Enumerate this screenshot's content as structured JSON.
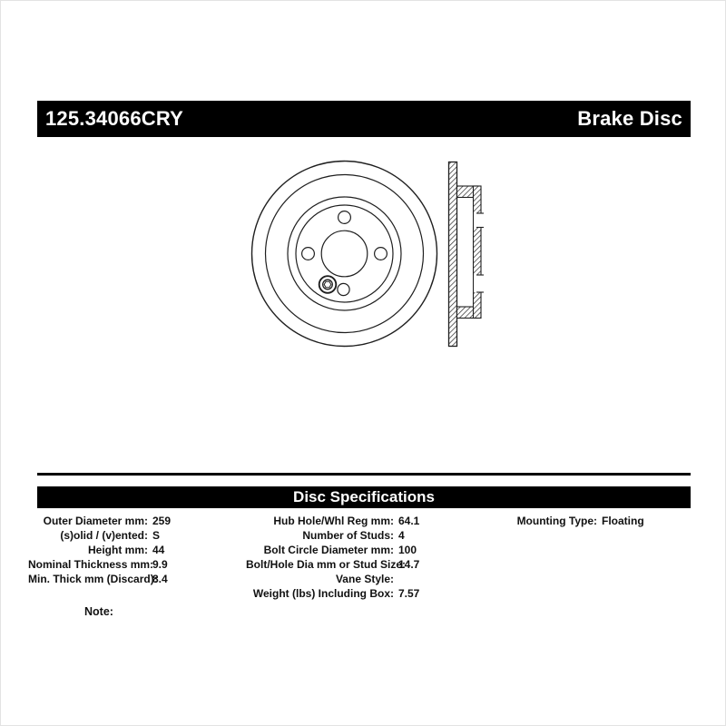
{
  "header": {
    "part_number": "125.34066CRY",
    "product_type": "Brake Disc"
  },
  "spec_section": {
    "title": "Disc Specifications",
    "left_column": [
      {
        "label": "Outer Diameter mm:",
        "value": "259"
      },
      {
        "label": "(s)olid / (v)ented:",
        "value": "S"
      },
      {
        "label": "Height mm:",
        "value": "44"
      },
      {
        "label": "Nominal Thickness mm:",
        "value": "9.9"
      },
      {
        "label": "Min. Thick mm (Discard):",
        "value": "8.4"
      }
    ],
    "middle_column": [
      {
        "label": "Hub Hole/Whl Reg mm:",
        "value": "64.1"
      },
      {
        "label": "Number of Studs:",
        "value": "4"
      },
      {
        "label": "Bolt Circle Diameter mm:",
        "value": "100"
      },
      {
        "label": "Bolt/Hole Dia mm or Stud Size:",
        "value": "14.7"
      },
      {
        "label": "Vane Style:",
        "value": ""
      },
      {
        "label": "Weight (lbs) Including Box:",
        "value": "7.57"
      }
    ],
    "right_column": [
      {
        "label": "Mounting Type:",
        "value": "Floating"
      }
    ],
    "note_label": "Note:"
  },
  "drawing": {
    "description": "Brake disc technical drawing: front view with 4 stud holes and set screw, plus hatched side cross-section",
    "stud_count": 4
  },
  "colors": {
    "header_bg": "#000000",
    "header_text": "#ffffff",
    "body_text": "#111111",
    "line_color": "#1f1f1f"
  }
}
